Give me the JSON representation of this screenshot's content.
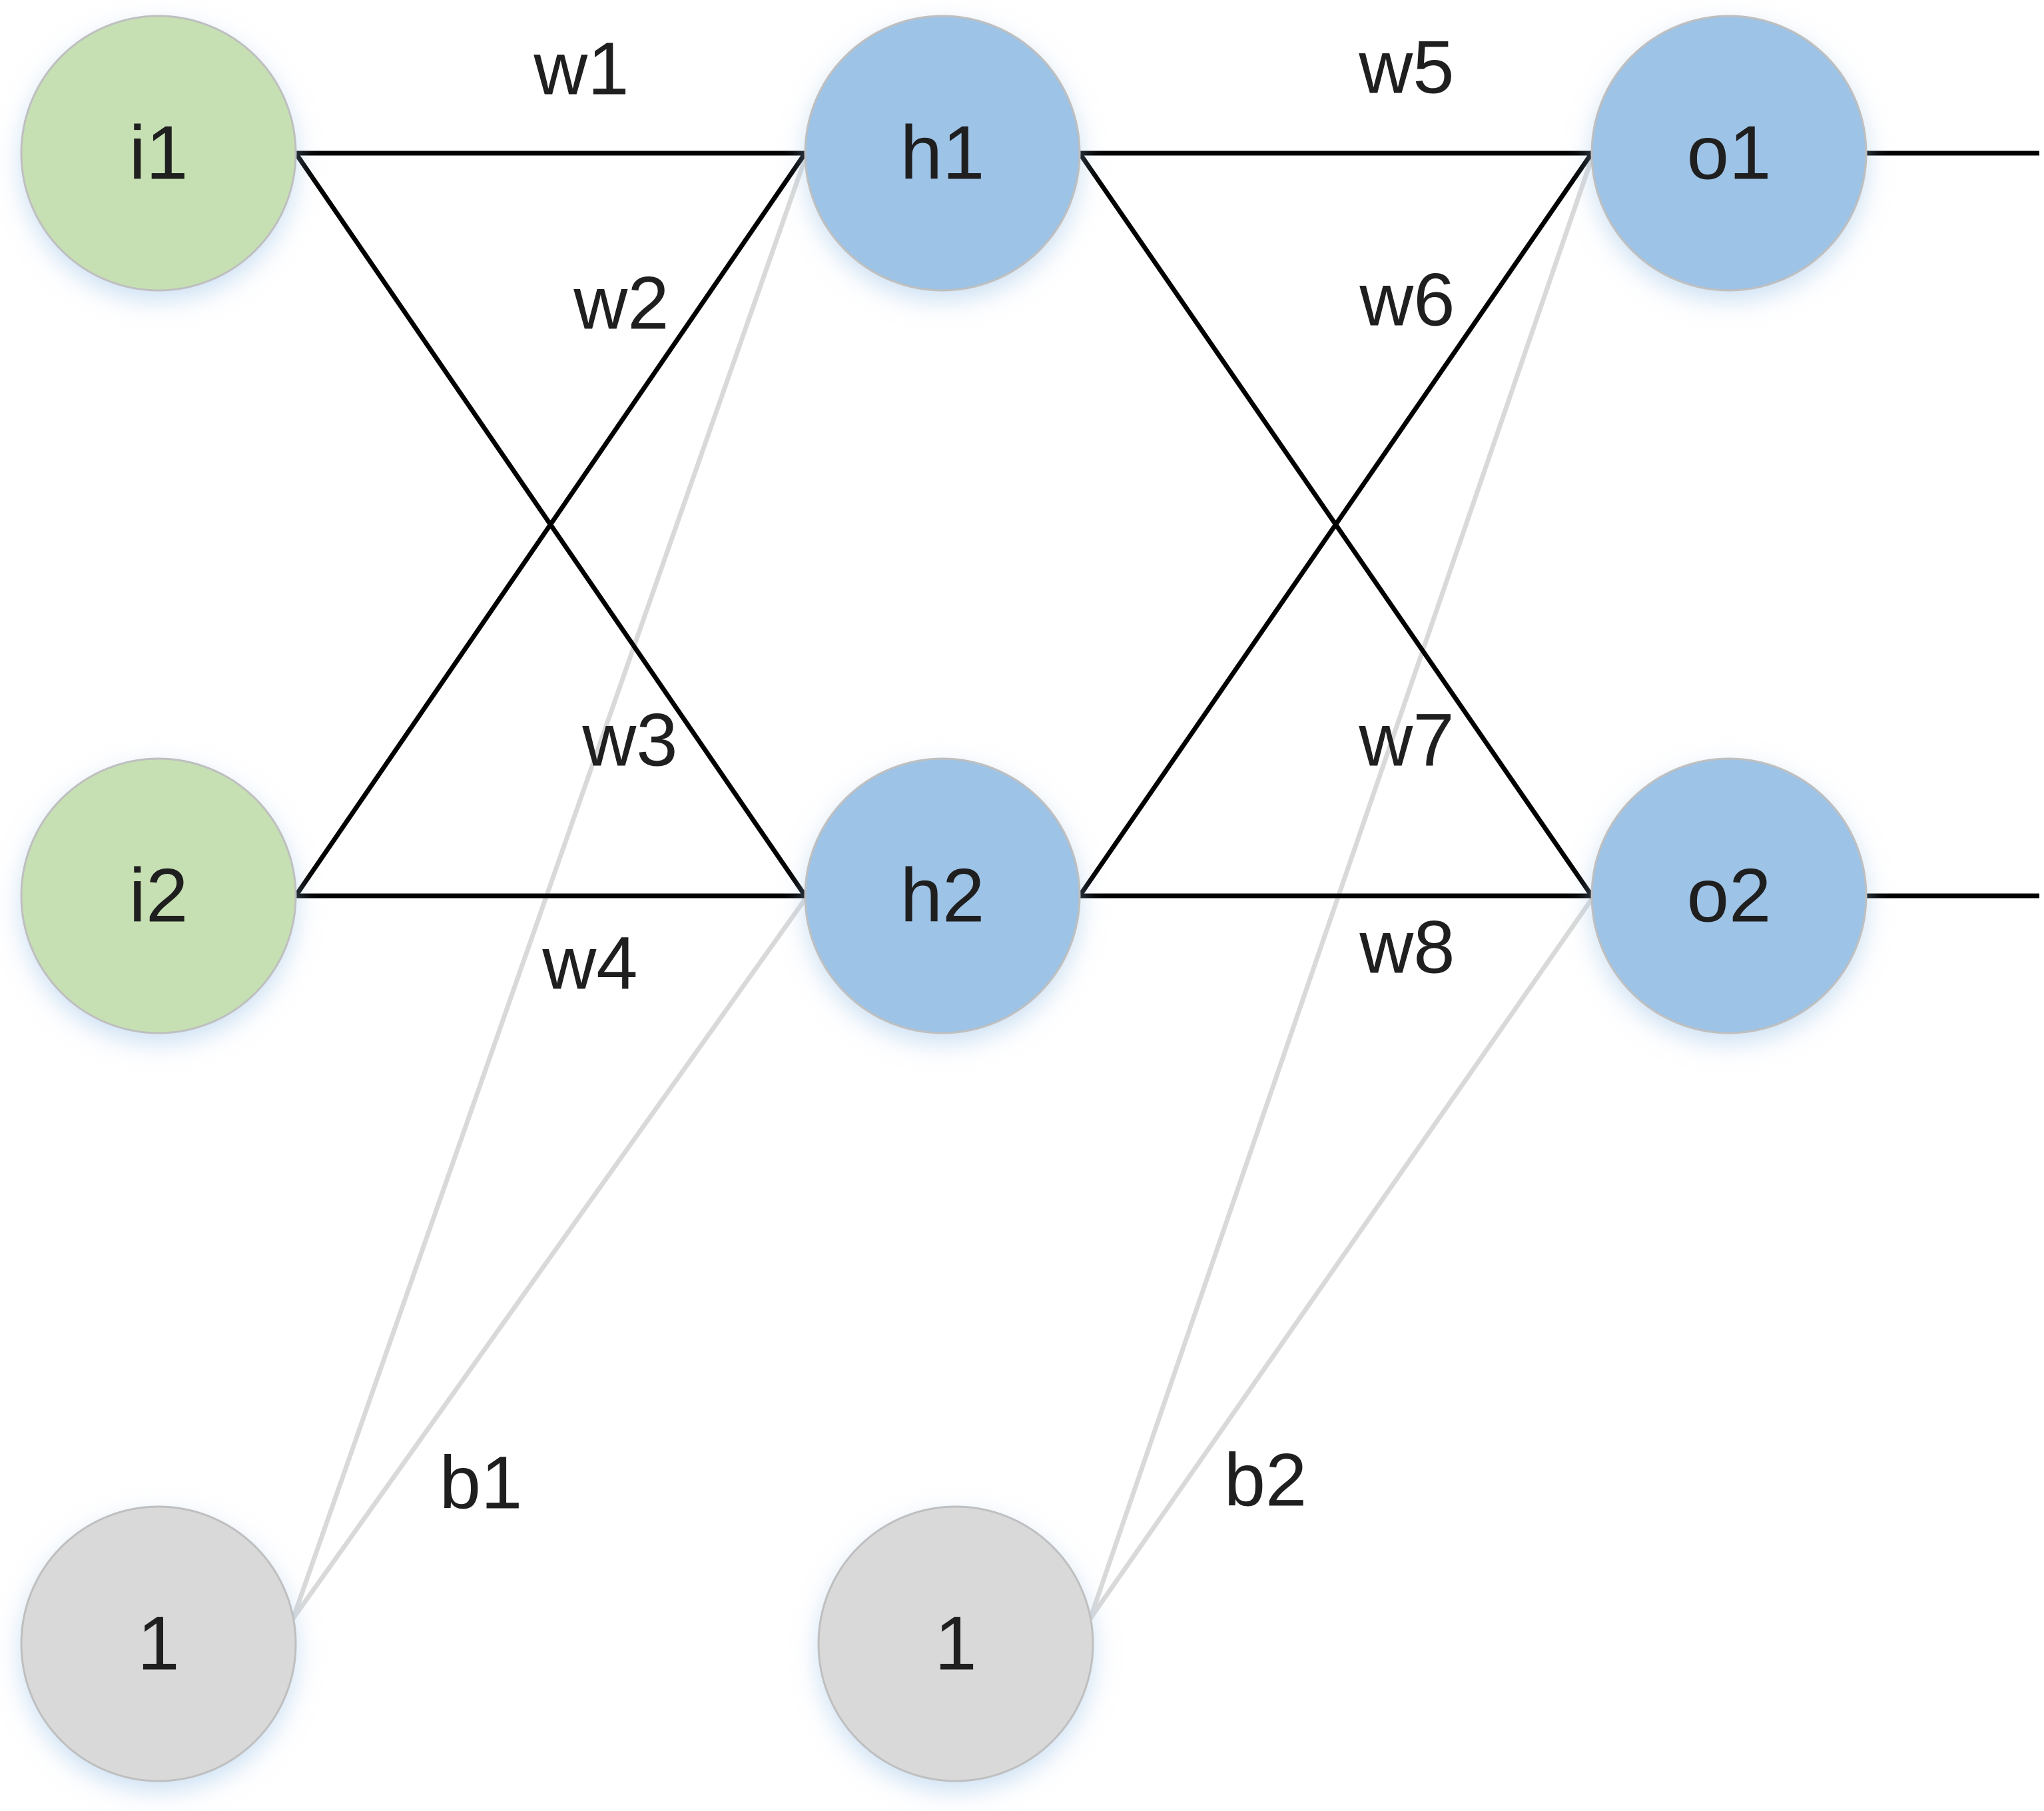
{
  "diagram": {
    "type": "neural-network",
    "background": "#ffffff",
    "colors": {
      "input_fill": "#c6e0b4",
      "hidden_fill": "#9dc3e6",
      "output_fill": "#9dc3e6",
      "bias_fill": "#d9d9d9",
      "node_stroke": "#bfbfbf",
      "connection": "#000000",
      "bias_connection": "#d9d9d9",
      "label": "#1f1f1f",
      "glow": "#9cc3e8"
    },
    "nodes": {
      "i1": {
        "label": "i1",
        "layer": "input"
      },
      "i2": {
        "label": "i2",
        "layer": "input"
      },
      "h1": {
        "label": "h1",
        "layer": "hidden"
      },
      "h2": {
        "label": "h2",
        "layer": "hidden"
      },
      "o1": {
        "label": "o1",
        "layer": "output"
      },
      "o2": {
        "label": "o2",
        "layer": "output"
      },
      "b1": {
        "label": "1",
        "layer": "bias"
      },
      "b2": {
        "label": "1",
        "layer": "bias"
      }
    },
    "weights": {
      "w1": {
        "label": "w1",
        "from": "i1",
        "to": "h1"
      },
      "w2": {
        "label": "w2",
        "from": "i2",
        "to": "h1"
      },
      "w3": {
        "label": "w3",
        "from": "i1",
        "to": "h2"
      },
      "w4": {
        "label": "w4",
        "from": "i2",
        "to": "h2"
      },
      "w5": {
        "label": "w5",
        "from": "h1",
        "to": "o1"
      },
      "w6": {
        "label": "w6",
        "from": "h2",
        "to": "o1"
      },
      "w7": {
        "label": "w7",
        "from": "h1",
        "to": "o2"
      },
      "w8": {
        "label": "w8",
        "from": "h2",
        "to": "o2"
      }
    },
    "biases": {
      "b1": {
        "label": "b1",
        "from": "b1",
        "to": [
          "h1",
          "h2"
        ]
      },
      "b2": {
        "label": "b2",
        "from": "b2",
        "to": [
          "o1",
          "o2"
        ]
      }
    }
  }
}
